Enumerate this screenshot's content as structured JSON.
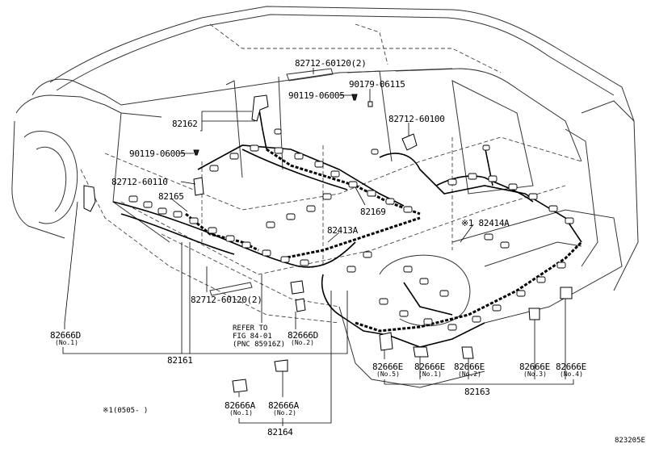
{
  "labels": {
    "p82712_60120_top": "82712-60120(2)",
    "p90179": "90179-06115",
    "p90119_top": "90119-06005",
    "p82712_60100": "82712-60100",
    "p82162": "82162",
    "p90119_left": "90119-06005",
    "p82712_60110": "82712-60110",
    "p82165": "82165",
    "p82169": "82169",
    "p82414A": "※1 82414A",
    "p82413A": "82413A",
    "p82712_60120_bottom": "82712-60120(2)",
    "p82666D_left": "82666D",
    "p82666D_left_no": "(No.1)",
    "refer_line1": "REFER TO",
    "refer_line2": "FIG 84-01",
    "refer_line3": "(PNC 85916Z)",
    "p82666D_right": "82666D",
    "p82666D_right_no": "(No.2)",
    "p82161": "82161",
    "p82666E_5": "82666E",
    "p82666E_5_no": "(No.5)",
    "p82666E_1": "82666E",
    "p82666E_1_no": "(No.1)",
    "p82666E_2": "82666E",
    "p82666E_2_no": "(No.2)",
    "p82666E_3": "82666E",
    "p82666E_3_no": "(No.3)",
    "p82666E_4": "82666E",
    "p82666E_4_no": "(No.4)",
    "p82163": "82163",
    "p82666A_1": "82666A",
    "p82666A_1_no": "(No.1)",
    "p82666A_2": "82666A",
    "p82666A_2_no": "(No.2)",
    "p82164": "82164",
    "footnote": "※1(0505-      )",
    "figure_code": "823205E"
  }
}
